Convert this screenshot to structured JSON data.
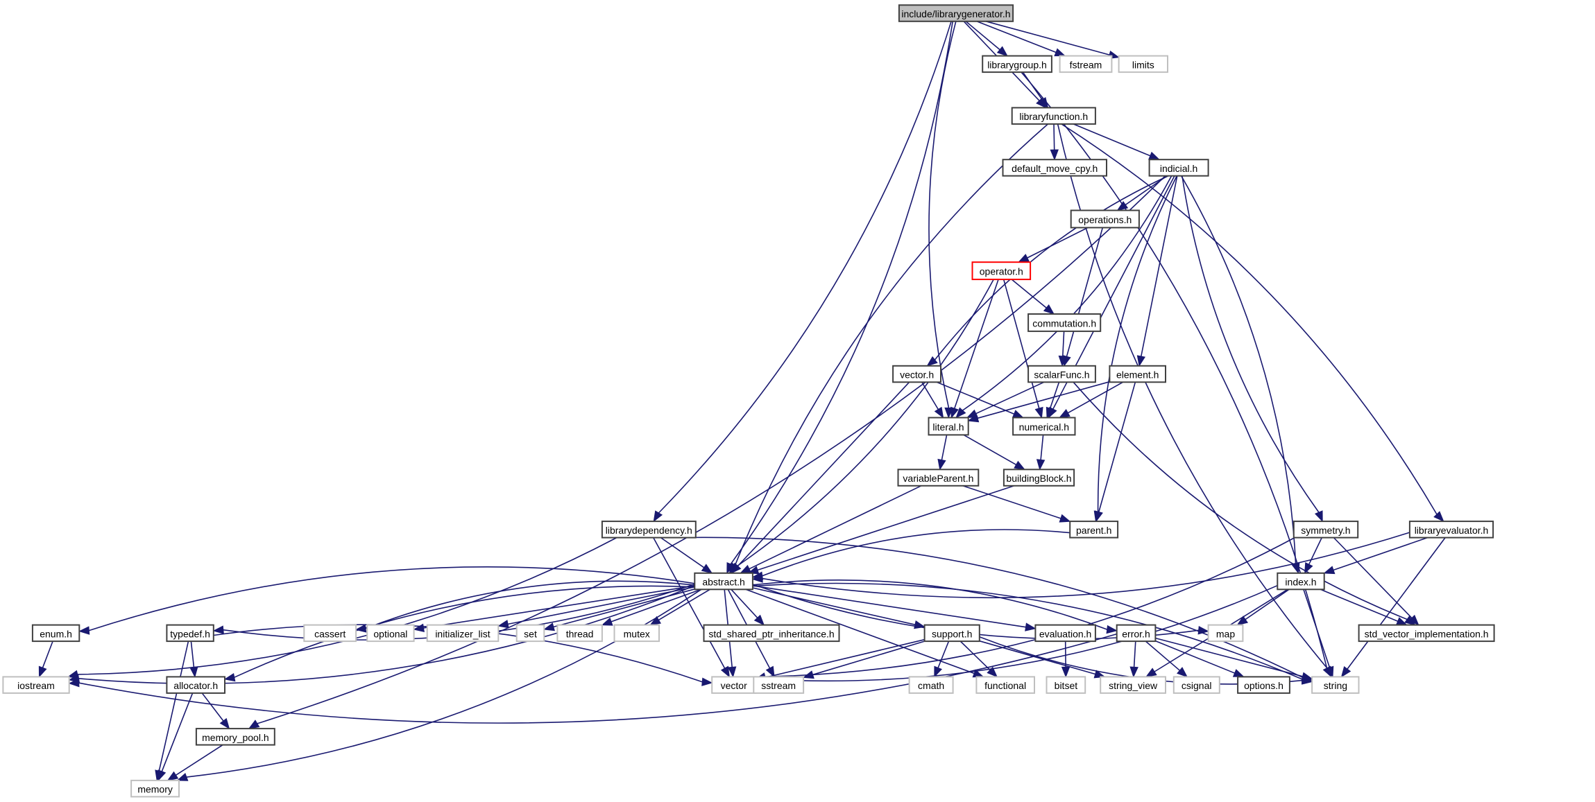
{
  "title": "include/librarygenerator.h include dependency graph",
  "colors": {
    "edge": "#191970",
    "node_border": "#404040",
    "system_border": "#bfbfbf",
    "root_fill": "#bfbfbf",
    "highlight_border": "#ff0000"
  },
  "nodes": [
    {
      "id": "librarygenerator",
      "label": "include/librarygenerator.h",
      "kind": "root"
    },
    {
      "id": "librarygroup",
      "label": "librarygroup.h",
      "kind": "file"
    },
    {
      "id": "fstream",
      "label": "fstream",
      "kind": "system"
    },
    {
      "id": "limits",
      "label": "limits",
      "kind": "system"
    },
    {
      "id": "libraryfunction",
      "label": "libraryfunction.h",
      "kind": "file"
    },
    {
      "id": "default_move_cpy",
      "label": "default_move_cpy.h",
      "kind": "file"
    },
    {
      "id": "indicial",
      "label": "indicial.h",
      "kind": "file"
    },
    {
      "id": "operations",
      "label": "operations.h",
      "kind": "file"
    },
    {
      "id": "operator",
      "label": "operator.h",
      "kind": "highlight"
    },
    {
      "id": "commutation",
      "label": "commutation.h",
      "kind": "file"
    },
    {
      "id": "vectorh",
      "label": "vector.h",
      "kind": "file"
    },
    {
      "id": "scalarFunc",
      "label": "scalarFunc.h",
      "kind": "file"
    },
    {
      "id": "element",
      "label": "element.h",
      "kind": "file"
    },
    {
      "id": "literal",
      "label": "literal.h",
      "kind": "file"
    },
    {
      "id": "numerical",
      "label": "numerical.h",
      "kind": "file"
    },
    {
      "id": "variableParent",
      "label": "variableParent.h",
      "kind": "file"
    },
    {
      "id": "buildingBlock",
      "label": "buildingBlock.h",
      "kind": "file"
    },
    {
      "id": "librarydependency",
      "label": "librarydependency.h",
      "kind": "file"
    },
    {
      "id": "parent",
      "label": "parent.h",
      "kind": "file"
    },
    {
      "id": "symmetry",
      "label": "symmetry.h",
      "kind": "file"
    },
    {
      "id": "libraryevaluator",
      "label": "libraryevaluator.h",
      "kind": "file"
    },
    {
      "id": "abstract",
      "label": "abstract.h",
      "kind": "file"
    },
    {
      "id": "index",
      "label": "index.h",
      "kind": "file"
    },
    {
      "id": "enum",
      "label": "enum.h",
      "kind": "file"
    },
    {
      "id": "typedef",
      "label": "typedef.h",
      "kind": "file"
    },
    {
      "id": "cassert",
      "label": "cassert",
      "kind": "system"
    },
    {
      "id": "optional",
      "label": "optional",
      "kind": "system"
    },
    {
      "id": "initializer_list",
      "label": "initializer_list",
      "kind": "system"
    },
    {
      "id": "set",
      "label": "set",
      "kind": "system"
    },
    {
      "id": "thread",
      "label": "thread",
      "kind": "system"
    },
    {
      "id": "mutex",
      "label": "mutex",
      "kind": "system"
    },
    {
      "id": "std_shared_ptr_inheritance",
      "label": "std_shared_ptr_inheritance.h",
      "kind": "file"
    },
    {
      "id": "support",
      "label": "support.h",
      "kind": "file"
    },
    {
      "id": "evaluation",
      "label": "evaluation.h",
      "kind": "file"
    },
    {
      "id": "error",
      "label": "error.h",
      "kind": "file"
    },
    {
      "id": "map",
      "label": "map",
      "kind": "system"
    },
    {
      "id": "std_vector_implementation",
      "label": "std_vector_implementation.h",
      "kind": "file"
    },
    {
      "id": "iostream",
      "label": "iostream",
      "kind": "system"
    },
    {
      "id": "allocator",
      "label": "allocator.h",
      "kind": "file"
    },
    {
      "id": "vector",
      "label": "vector",
      "kind": "system"
    },
    {
      "id": "sstream",
      "label": "sstream",
      "kind": "system"
    },
    {
      "id": "cmath",
      "label": "cmath",
      "kind": "system"
    },
    {
      "id": "functional",
      "label": "functional",
      "kind": "system"
    },
    {
      "id": "bitset",
      "label": "bitset",
      "kind": "system"
    },
    {
      "id": "string_view",
      "label": "string_view",
      "kind": "system"
    },
    {
      "id": "csignal",
      "label": "csignal",
      "kind": "system"
    },
    {
      "id": "options",
      "label": "options.h",
      "kind": "file"
    },
    {
      "id": "string",
      "label": "string",
      "kind": "system"
    },
    {
      "id": "memory_pool",
      "label": "memory_pool.h",
      "kind": "file"
    },
    {
      "id": "memory",
      "label": "memory",
      "kind": "system"
    }
  ],
  "edges": [
    [
      "librarygenerator",
      "librarygroup"
    ],
    [
      "librarygenerator",
      "fstream"
    ],
    [
      "librarygenerator",
      "limits"
    ],
    [
      "librarygenerator",
      "libraryfunction"
    ],
    [
      "librarygenerator",
      "abstract"
    ],
    [
      "librarygenerator",
      "literal"
    ],
    [
      "librarygenerator",
      "librarydependency"
    ],
    [
      "librarygroup",
      "libraryfunction"
    ],
    [
      "librarygroup",
      "string"
    ],
    [
      "libraryfunction",
      "default_move_cpy"
    ],
    [
      "libraryfunction",
      "indicial"
    ],
    [
      "libraryfunction",
      "abstract"
    ],
    [
      "libraryfunction",
      "libraryevaluator"
    ],
    [
      "libraryfunction",
      "string"
    ],
    [
      "indicial",
      "operations"
    ],
    [
      "indicial",
      "vectorh"
    ],
    [
      "indicial",
      "literal"
    ],
    [
      "indicial",
      "element"
    ],
    [
      "indicial",
      "numerical"
    ],
    [
      "indicial",
      "parent"
    ],
    [
      "indicial",
      "index"
    ],
    [
      "indicial",
      "symmetry"
    ],
    [
      "indicial",
      "memory_pool"
    ],
    [
      "operations",
      "operator"
    ],
    [
      "operations",
      "scalarFunc"
    ],
    [
      "operator",
      "commutation"
    ],
    [
      "operator",
      "literal"
    ],
    [
      "operator",
      "numerical"
    ],
    [
      "operator",
      "abstract"
    ],
    [
      "commutation",
      "scalarFunc"
    ],
    [
      "vectorh",
      "literal"
    ],
    [
      "vectorh",
      "numerical"
    ],
    [
      "vectorh",
      "abstract"
    ],
    [
      "scalarFunc",
      "literal"
    ],
    [
      "scalarFunc",
      "numerical"
    ],
    [
      "scalarFunc",
      "std_vector_implementation"
    ],
    [
      "element",
      "literal"
    ],
    [
      "element",
      "numerical"
    ],
    [
      "element",
      "parent"
    ],
    [
      "literal",
      "variableParent"
    ],
    [
      "literal",
      "buildingBlock"
    ],
    [
      "numerical",
      "buildingBlock"
    ],
    [
      "variableParent",
      "parent"
    ],
    [
      "variableParent",
      "abstract"
    ],
    [
      "buildingBlock",
      "abstract"
    ],
    [
      "librarydependency",
      "abstract"
    ],
    [
      "librarydependency",
      "iostream"
    ],
    [
      "librarydependency",
      "vector"
    ],
    [
      "librarydependency",
      "string"
    ],
    [
      "parent",
      "abstract"
    ],
    [
      "symmetry",
      "index"
    ],
    [
      "symmetry",
      "std_vector_implementation"
    ],
    [
      "symmetry",
      "vector"
    ],
    [
      "libraryevaluator",
      "index"
    ],
    [
      "libraryevaluator",
      "abstract"
    ],
    [
      "libraryevaluator",
      "string"
    ],
    [
      "index",
      "map"
    ],
    [
      "index",
      "string_view"
    ],
    [
      "index",
      "string"
    ],
    [
      "index",
      "std_vector_implementation"
    ],
    [
      "index",
      "vector"
    ],
    [
      "abstract",
      "enum"
    ],
    [
      "abstract",
      "typedef"
    ],
    [
      "abstract",
      "cassert"
    ],
    [
      "abstract",
      "optional"
    ],
    [
      "abstract",
      "initializer_list"
    ],
    [
      "abstract",
      "set"
    ],
    [
      "abstract",
      "thread"
    ],
    [
      "abstract",
      "mutex"
    ],
    [
      "abstract",
      "std_shared_ptr_inheritance"
    ],
    [
      "abstract",
      "support"
    ],
    [
      "abstract",
      "evaluation"
    ],
    [
      "abstract",
      "error"
    ],
    [
      "abstract",
      "map"
    ],
    [
      "abstract",
      "iostream"
    ],
    [
      "abstract",
      "allocator"
    ],
    [
      "abstract",
      "memory"
    ],
    [
      "abstract",
      "vector"
    ],
    [
      "abstract",
      "sstream"
    ],
    [
      "abstract",
      "functional"
    ],
    [
      "abstract",
      "string"
    ],
    [
      "enum",
      "iostream"
    ],
    [
      "typedef",
      "allocator"
    ],
    [
      "typedef",
      "memory"
    ],
    [
      "typedef",
      "vector"
    ],
    [
      "allocator",
      "memory_pool"
    ],
    [
      "allocator",
      "memory"
    ],
    [
      "memory_pool",
      "memory"
    ],
    [
      "support",
      "cmath"
    ],
    [
      "support",
      "functional"
    ],
    [
      "support",
      "string_view"
    ],
    [
      "support",
      "sstream"
    ],
    [
      "support",
      "vector"
    ],
    [
      "support",
      "string"
    ],
    [
      "evaluation",
      "bitset"
    ],
    [
      "error",
      "string_view"
    ],
    [
      "error",
      "csignal"
    ],
    [
      "error",
      "options"
    ],
    [
      "error",
      "iostream"
    ],
    [
      "error",
      "string"
    ]
  ]
}
